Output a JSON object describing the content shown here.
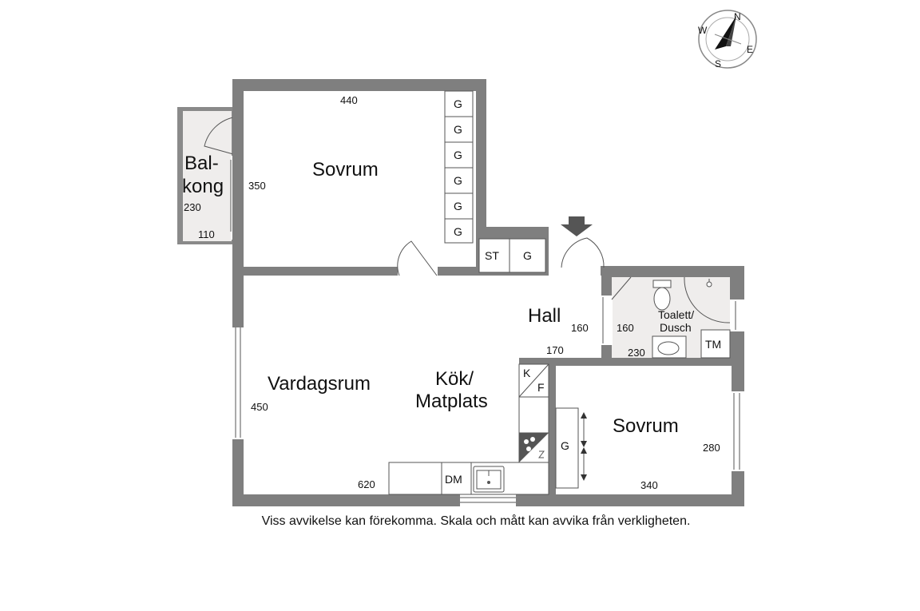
{
  "rooms": {
    "balcony": {
      "label_line1": "Bal-",
      "label_line2": "kong",
      "dim_a": "230",
      "dim_b": "110"
    },
    "bedroom_top": {
      "label": "Sovrum",
      "dim_w": "440",
      "dim_h": "350"
    },
    "living": {
      "label": "Vardagsrum",
      "dim_w": "620",
      "dim_h": "450"
    },
    "kitchen": {
      "label_line1": "Kök/",
      "label_line2": "Matplats"
    },
    "hall": {
      "label": "Hall",
      "dim_h": "160",
      "dim_w": "170"
    },
    "bathroom": {
      "label_line1": "Toalett/",
      "label_line2": "Dusch",
      "dim_h": "160",
      "dim_w": "230"
    },
    "bedroom_bottom": {
      "label": "Sovrum",
      "dim_w": "340",
      "dim_h": "280"
    }
  },
  "fixtures": {
    "wardrobe": "G",
    "storage": "ST",
    "fridge_k": "K",
    "fridge_f": "F",
    "dishwasher": "DM",
    "washer": "TM"
  },
  "compass": {
    "n": "N",
    "e": "E",
    "s": "S",
    "w": "W"
  },
  "disclaimer": "Viss avvikelse kan förekomma. Skala och mått kan avvika från verkligheten."
}
